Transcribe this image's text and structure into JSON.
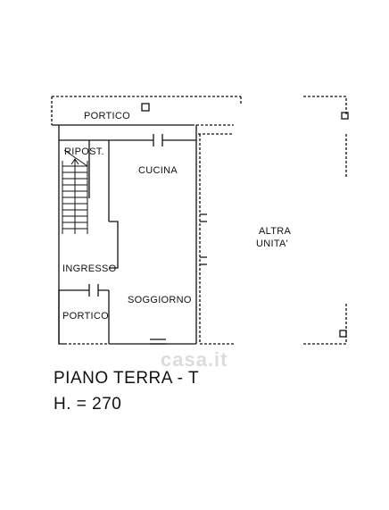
{
  "rooms": {
    "portico_top": "PORTICO",
    "ripost": "RIPOST.",
    "cucina": "CUCINA",
    "altra_unita_line1": "ALTRA",
    "altra_unita_line2": "UNITA'",
    "ingresso": "INGRESSO",
    "soggiorno": "SOGGIORNO",
    "portico_bottom": "PORTICO"
  },
  "caption": {
    "floor": "PIANO TERRA - T",
    "height": "H. = 270"
  },
  "watermark": "casa.it"
}
